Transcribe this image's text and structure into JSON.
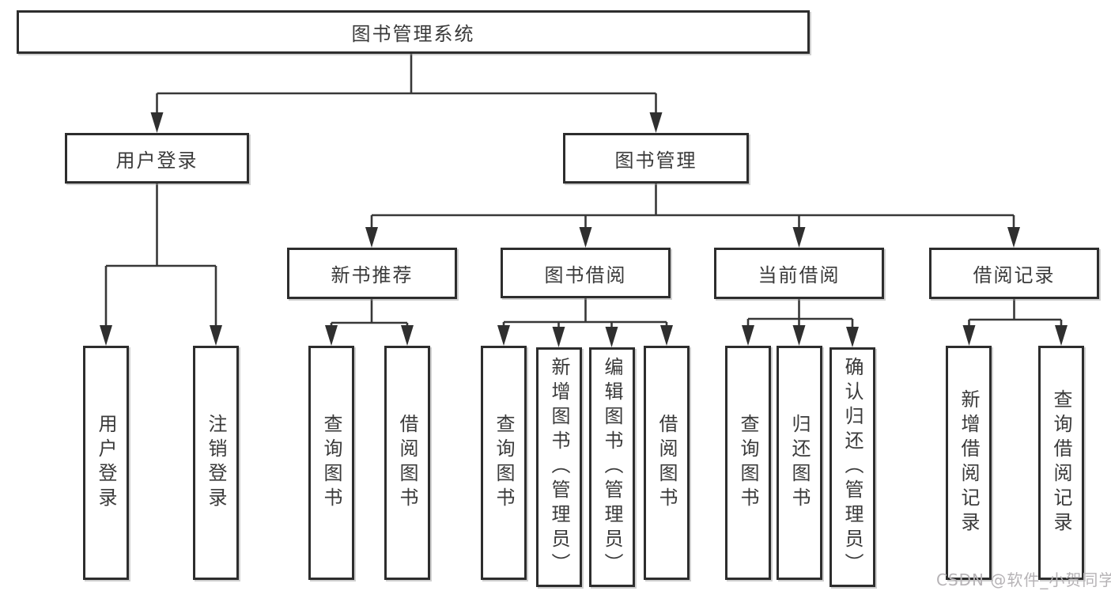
{
  "root": {
    "label": "图书管理系统"
  },
  "level2": {
    "user_login": {
      "label": "用户登录"
    },
    "book_mgmt": {
      "label": "图书管理"
    }
  },
  "level3": {
    "new_books": {
      "label": "新书推荐"
    },
    "book_borrow": {
      "label": "图书借阅"
    },
    "current_borrow": {
      "label": "当前借阅"
    },
    "borrow_records": {
      "label": "借阅记录"
    }
  },
  "leaves": {
    "user_login": [
      "用户登录",
      "注销登录"
    ],
    "new_books": [
      "查询图书",
      "借阅图书"
    ],
    "book_borrow": [
      "查询图书",
      "新增图书（管理员）",
      "编辑图书（管理员）",
      "借阅图书"
    ],
    "current_borrow": [
      "查询图书",
      "归还图书",
      "确认归还（管理员）"
    ],
    "borrow_records": [
      "新增借阅记录",
      "查询借阅记录"
    ]
  },
  "watermark": "CSDN @软件_小贺同学",
  "colors": {
    "line": "#383838",
    "box_border": "#2d2d2d",
    "text": "#3a3a3a",
    "watermark_text": "#b6b3b6",
    "background": "#ffffff"
  }
}
